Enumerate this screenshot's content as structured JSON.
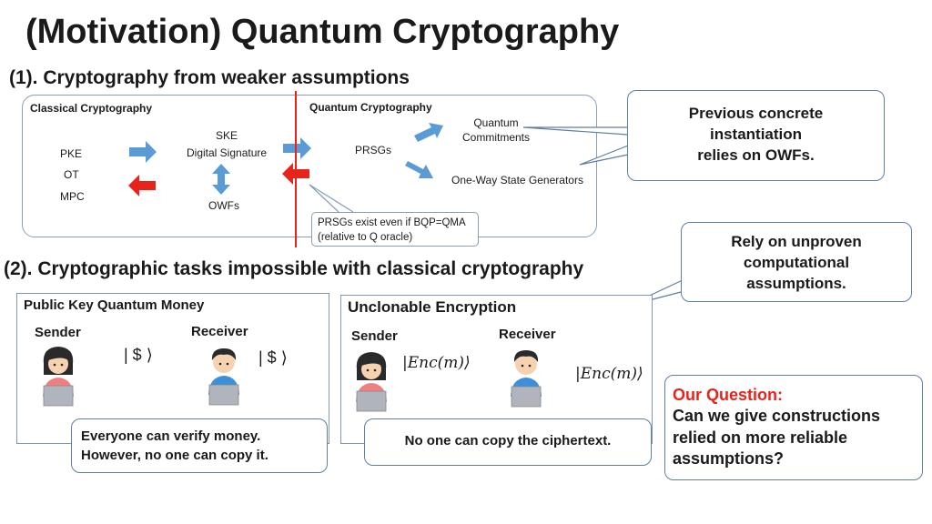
{
  "title": "(Motivation) Quantum Cryptography",
  "section1": {
    "heading": "(1). Cryptography from weaker assumptions",
    "classical_title": "Classical Cryptography",
    "quantum_title": "Quantum Cryptography",
    "pke": "PKE",
    "ot": "OT",
    "mpc": "MPC",
    "ske": "SKE",
    "digital_signature": "Digital Signature",
    "owfs": "OWFs",
    "prsgs": "PRSGs",
    "quantum_commitments_1": "Quantum",
    "quantum_commitments_2": "Commitments",
    "owsg": "One-Way State Generators",
    "prsg_note_1": "PRSGs exist even if BQP=QMA",
    "prsg_note_2": "(relative to Q oracle)"
  },
  "callouts": {
    "owf_1": "Previous concrete",
    "owf_2": "instantiation",
    "owf_3": "relies on OWFs.",
    "unproven_1": "Rely on unproven",
    "unproven_2": "computational",
    "unproven_3": "assumptions."
  },
  "section2": {
    "heading": "(2). Cryptographic tasks impossible with classical cryptography",
    "money": {
      "title": "Public Key Quantum Money",
      "sender": "Sender",
      "receiver": "Receiver",
      "ket1": "| $ ⟩",
      "ket2": "| $ ⟩",
      "note_1": "Everyone can verify money.",
      "note_2": "However, no one can copy it."
    },
    "encryption": {
      "title": "Unclonable Encryption",
      "sender": "Sender",
      "receiver": "Receiver",
      "ket1": "|Enc(m)⟩",
      "ket2": "|Enc(m)⟩",
      "note": "No one can copy the ciphertext."
    }
  },
  "question": {
    "label": "Our Question:",
    "line1": "Can we give constructions",
    "line2": "relied on more reliable",
    "line3": "assumptions?"
  },
  "colors": {
    "blue_arrow": "#5b9bd5",
    "red_arrow": "#e8231b",
    "red_line": "#e8231b",
    "callout_border": "#5e7ea6",
    "question_red": "#e8231b",
    "send_arrow": "#2e75b6"
  }
}
